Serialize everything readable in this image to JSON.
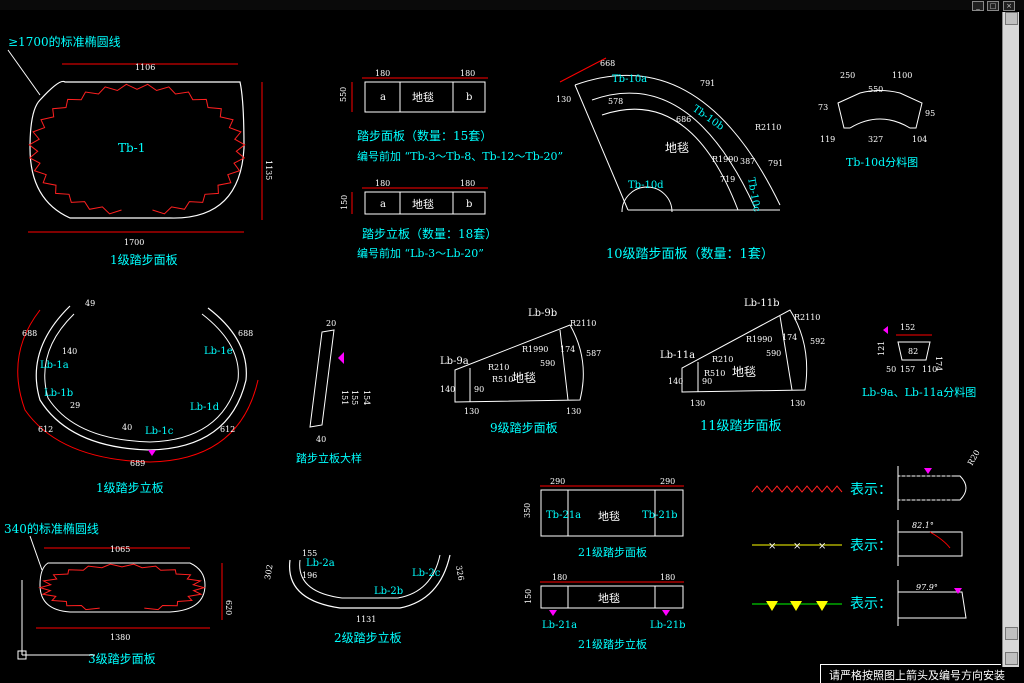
{
  "window": {
    "min": "_",
    "max": "□",
    "close": "×"
  },
  "labels": {
    "std1700": "≥1700的标准椭圆线",
    "w1106": "1106",
    "h1135": "1135",
    "w1700": "1700",
    "tb1": "Tb-1",
    "title1": "1级踏步面板",
    "d180a": "180",
    "d180b": "180",
    "d550": "550",
    "ca": "a",
    "cdt": "地毯",
    "cb": "b",
    "tread15": "踏步面板（数量：15套）",
    "tbnum": "编号前加 “Tb-3～Tb-8、Tb-12～Tb-20”",
    "r180a": "180",
    "r180b": "180",
    "r150": "150",
    "ra": "a",
    "rdt": "地毯",
    "rb": "b",
    "riser18": "踏步立板（数量：18套）",
    "lbnum": "编号前加 “Lb-3～Lb-20”",
    "a668": "668",
    "atb10": "Tb-10a",
    "a130": "130",
    "a578": "578",
    "a791": "791",
    "atb10b": "Tb-10b",
    "a686": "686",
    "r2110": "R2110",
    "adt": "地毯",
    "r1990": "R1990",
    "a719": "719",
    "a387": "387",
    "a791b": "791",
    "atb10c": "Tb-10c",
    "atb10d": "Tb-10d",
    "title10": "10级踏步面板（数量：1套）",
    "c250": "250",
    "c550": "550",
    "c1100": "1100",
    "c73": "73",
    "c95": "95",
    "c119": "119",
    "c327": "327",
    "c104": "104",
    "title10d": "Tb-10d分料图",
    "e49": "49",
    "e688": "688",
    "e140": "140",
    "lb1a": "Lb-1a",
    "lb1b": "Lb-1b",
    "e29": "29",
    "e612": "612",
    "e612b": "612",
    "e40": "40",
    "lb1c": "Lb-1c",
    "e689": "689",
    "lb1d": "Lb-1d",
    "lb1e": "Lb-1e",
    "e688b": "688",
    "title1r": "1级踏步立板",
    "s20": "20",
    "s40": "40",
    "s151": "151",
    "s155": "155",
    "s154": "154",
    "titleS": "踏步立板大样",
    "lb9b": "Lb-9b",
    "r2110b": "R2110",
    "lb9a": "Lb-9a",
    "r1990b": "R1990",
    "r210": "R210",
    "r510": "R510",
    "n140": "140",
    "n90": "90",
    "n174": "174",
    "n590": "590",
    "n587": "587",
    "n130a": "130",
    "n130b": "130",
    "ndt": "地毯",
    "title9": "9级踏步面板",
    "lb11b": "Lb-11b",
    "r2110c": "R2110",
    "lb11a": "Lb-11a",
    "r1990c": "R1990",
    "r210b": "R210",
    "r510b": "R510",
    "m140": "140",
    "m90": "90",
    "m174": "174",
    "m590": "590",
    "m592": "592",
    "m130a": "130",
    "m130b": "130",
    "mdt": "地毯",
    "title11": "11级踏步面板",
    "q152": "152",
    "q82": "82",
    "q50": "50",
    "q121": "121",
    "q157": "157",
    "q110": "110",
    "q174": "174",
    "title9a": "Lb-9a、Lb-11a分料图",
    "std340": "340的标准椭圆线",
    "w1065": "1065",
    "h620": "620",
    "w1380": "1380",
    "title3": "3级踏步面板",
    "lb2a": "Lb-2a",
    "f302": "302",
    "f155": "155",
    "f196": "196",
    "lb2b": "Lb-2b",
    "lb2c": "Lb-2c",
    "f1131": "1131",
    "f326": "326",
    "title2": "2级踏步立板",
    "t290a": "290",
    "t290b": "290",
    "t350": "350",
    "tb21a": "Tb-21a",
    "tdt": "地毯",
    "tb21b": "Tb-21b",
    "title21": "21级踏步面板",
    "u180a": "180",
    "u180b": "180",
    "u150": "150",
    "udt": "地毯",
    "lb21a": "Lb-21a",
    "lb21b": "Lb-21b",
    "title21r": "21级踏步立板",
    "leg1": "表示：",
    "leg2": "表示：",
    "leg3": "表示：",
    "g82": "82.1°",
    "g97": "97.9°",
    "gr": "R20"
  },
  "status": "请严格按照图上箭头及编号方向安装",
  "colors": {
    "bg": "#000000",
    "cyan": "#00ffff",
    "white": "#ffffff",
    "red": "#ff0000",
    "magenta": "#ff00ff",
    "yellow": "#ffff00",
    "green": "#00ff00"
  }
}
